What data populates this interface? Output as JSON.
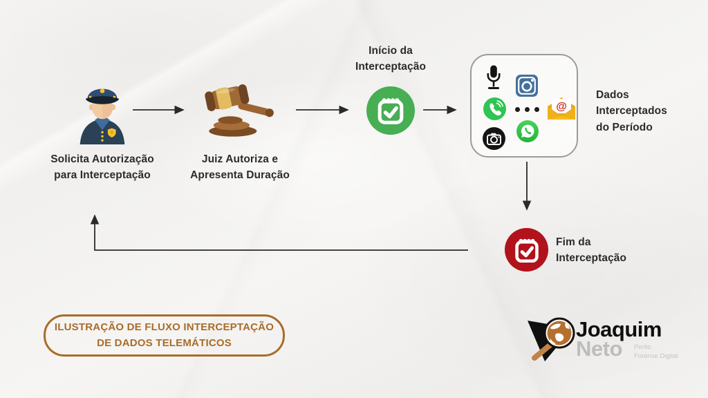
{
  "title": "Ilustração de fluxo de interceptação de dados telemáticos",
  "steps": {
    "request": {
      "label": "Solicita Autorização\npara Interceptação",
      "icon": "police-officer"
    },
    "authorize": {
      "label": "Juiz Autoriza e\nApresenta Duração",
      "icon": "gavel"
    },
    "start": {
      "label": "Início da\nInterceptação",
      "icon": "calendar-check",
      "color": "#47ae53"
    },
    "intercepted": {
      "label": "Dados\nInterceptados\ndo Período",
      "icons": [
        "microphone",
        "instagram",
        "phone-call",
        "ellipsis",
        "email-at",
        "camera",
        "whatsapp"
      ],
      "email_at_symbol": "@"
    },
    "end": {
      "label": "Fim da\nInterceptação",
      "icon": "calendar-check",
      "color": "#b1121b"
    }
  },
  "caption": {
    "line1": "ILUSTRAÇÃO DE FLUXO INTERCEPTAÇÃO",
    "line2": "DE DADOS TELEMÁTICOS",
    "color": "#a96b29"
  },
  "branding": {
    "name_first": "Joaquim",
    "name_last": "Neto",
    "tagline": "Perito\nForense Digital"
  },
  "colors": {
    "background": "#f3f2f0",
    "arrow": "#2a2a2a",
    "text": "#2b2b2b",
    "start_badge": "#47ae53",
    "end_badge": "#b1121b",
    "caption": "#a96b29",
    "instagram_blue": "#44709d",
    "whatsapp_green": "#2fc351",
    "phone_green": "#2fc454",
    "email_yellow": "#f7bc1e",
    "email_at_red": "#c5281c",
    "box_border": "#9b9b9b"
  }
}
